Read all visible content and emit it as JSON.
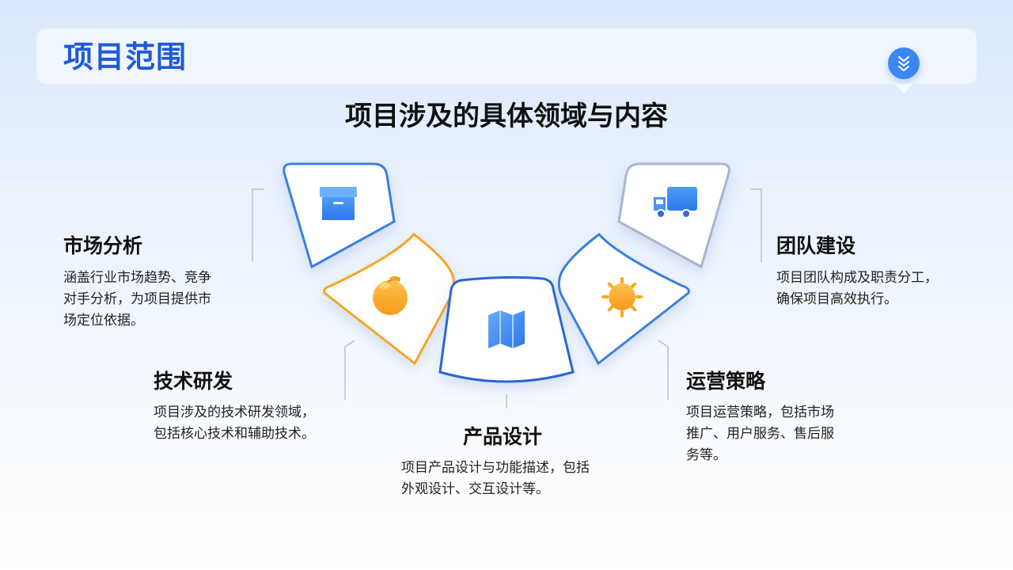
{
  "header": {
    "title": "项目范围"
  },
  "subtitle": "项目涉及的具体领域与内容",
  "colors": {
    "accent_blue": "#3c86f0",
    "accent_orange": "#f6a623",
    "title_blue": "#1f5bd6"
  },
  "sections": [
    {
      "title": "市场分析",
      "desc_lines": [
        "涵盖行业市场趋势、竞争",
        "对手分析，为项目提供市",
        "场定位依据。"
      ],
      "icon": "archive-box-icon"
    },
    {
      "title": "技术研发",
      "desc_lines": [
        "项目涉及的技术研发领域，",
        "包括核心技术和辅助技术。"
      ],
      "icon": "tangerine-icon"
    },
    {
      "title": "产品设计",
      "desc_lines": [
        "项目产品设计与功能描述，包括",
        "外观设计、交互设计等。"
      ],
      "icon": "map-icon"
    },
    {
      "title": "运营策略",
      "desc_lines": [
        "项目运营策略，包括市场",
        "推广、用户服务、售后服",
        "务等。"
      ],
      "icon": "sun-icon"
    },
    {
      "title": "团队建设",
      "desc_lines": [
        "项目团队构成及职责分工，",
        "确保项目高效执行。"
      ],
      "icon": "truck-icon"
    }
  ]
}
